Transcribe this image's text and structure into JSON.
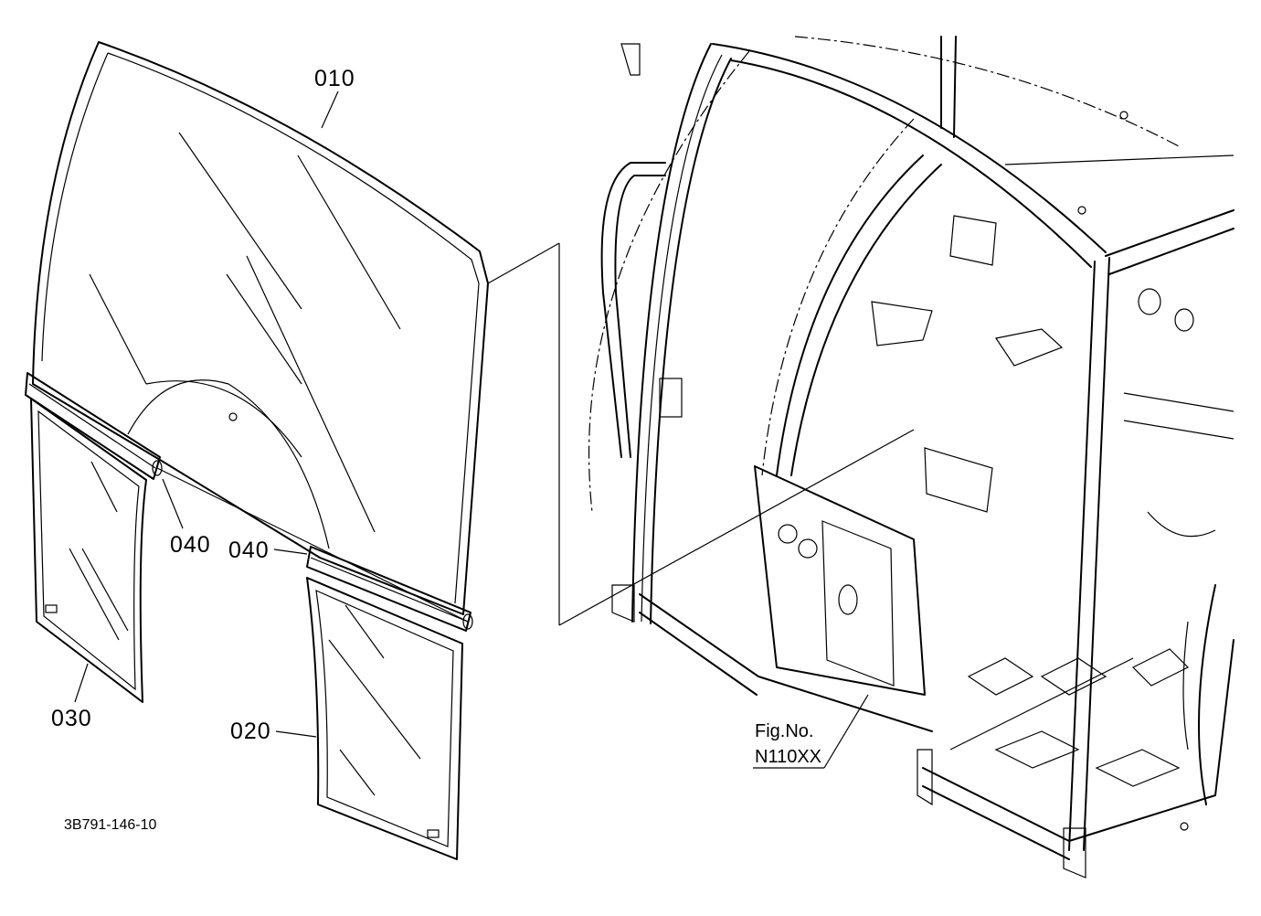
{
  "parts": [
    {
      "id": "010",
      "label": "010",
      "description_name": "front-glass"
    },
    {
      "id": "020",
      "label": "020",
      "description_name": "lower-right-glass"
    },
    {
      "id": "030",
      "label": "030",
      "description_name": "lower-left-glass"
    },
    {
      "id": "040a",
      "label": "040",
      "description_name": "seal-strip-left"
    },
    {
      "id": "040b",
      "label": "040",
      "description_name": "seal-strip-right"
    }
  ],
  "figure_ref": {
    "line1": "Fig.No.",
    "line2": "N110XX"
  },
  "drawing_number": "3B791-146-10"
}
